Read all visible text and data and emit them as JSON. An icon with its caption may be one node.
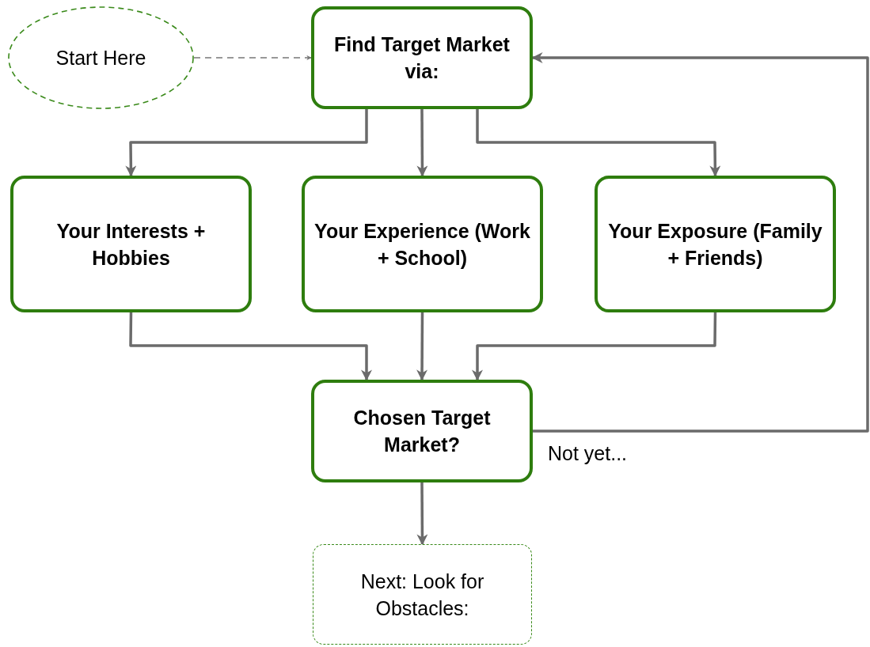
{
  "diagram": {
    "nodes": [
      {
        "text": [
          "Start Here"
        ]
      },
      {
        "text": [
          "Find Target Market via:"
        ]
      },
      {
        "text": [
          "Your Interests + Hobbies"
        ]
      },
      {
        "text": [
          "Your Experience (Work + School)"
        ]
      },
      {
        "text": [
          "Your Exposure (Family + Friends)"
        ]
      },
      {
        "text": [
          "Chosen Target Market?"
        ]
      },
      {
        "text": [
          "Next: Look for Obstacles:"
        ]
      }
    ],
    "edges": [
      {
        "from": 0,
        "to": 1,
        "arrow": "to",
        "style": "dashed"
      },
      {
        "from": 1,
        "to": 2,
        "arrow": "to"
      },
      {
        "from": 1,
        "to": 3,
        "arrow": "to"
      },
      {
        "from": 1,
        "to": 4,
        "arrow": "to"
      },
      {
        "from": 2,
        "to": 5,
        "arrow": "to"
      },
      {
        "from": 3,
        "to": 5,
        "arrow": "to"
      },
      {
        "from": 4,
        "to": 5,
        "arrow": "to"
      },
      {
        "from": 5,
        "to": 1,
        "arrow": "to",
        "label": "Not yet..."
      },
      {
        "from": 5,
        "to": 6,
        "arrow": "to"
      }
    ]
  }
}
